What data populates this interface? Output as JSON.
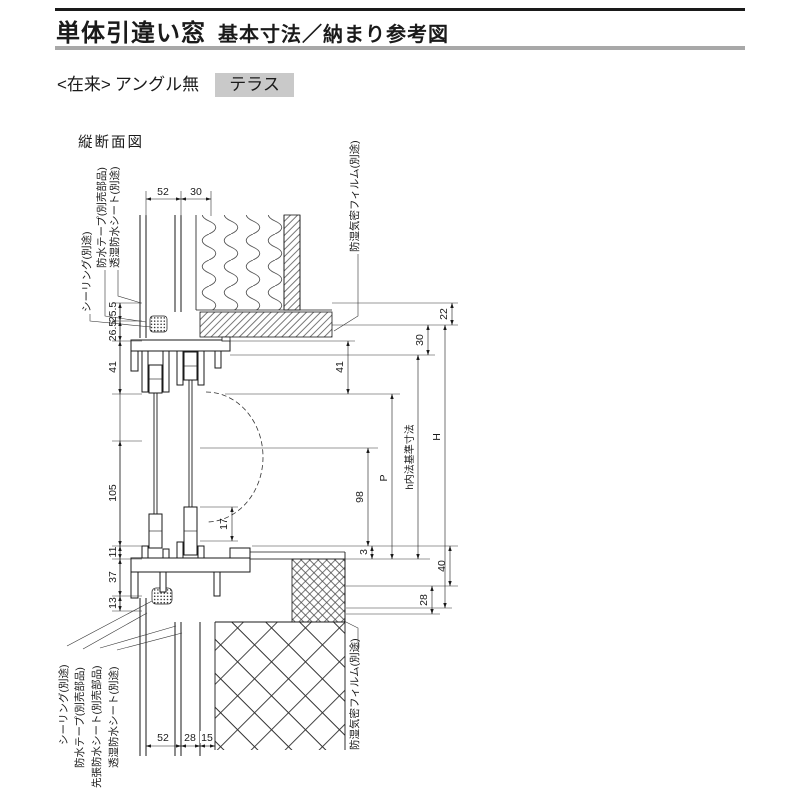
{
  "header": {
    "title_main": "単体引違い窓",
    "title_sub": "基本寸法／納まり参考図",
    "construction": "<在来>",
    "angle_label": "アングル無",
    "type_badge": "テラス"
  },
  "drawing": {
    "view_label": "縦断面図",
    "dims_top": [
      "52",
      "30"
    ],
    "dims_left": [
      "25.5",
      "26.5",
      "41",
      "105",
      "11",
      "37",
      "13"
    ],
    "dims_right": [
      "22",
      "30",
      "41",
      "H",
      "h内法基準寸法",
      "P",
      "98",
      "17",
      "3",
      "40",
      "28"
    ],
    "dims_bottom": [
      "52",
      "28",
      "15"
    ],
    "callouts_top_left": [
      "シーリング(別途)",
      "防水テープ(別売部品)",
      "透湿防水シート(別途)"
    ],
    "callout_top_right": "防湿気密フィルム(別途)",
    "callouts_bottom_left": [
      "シーリング(別途)",
      "防水テープ(別売部品)",
      "先張防水シート(別売部品)",
      "透湿防水シート(別途)"
    ],
    "callout_bottom_right": "防湿気密フィルム(別途)"
  },
  "colors": {
    "ink": "#1a1a1a",
    "badge_bg": "#c9c9c9",
    "title_underline": "#a8a8a8"
  }
}
